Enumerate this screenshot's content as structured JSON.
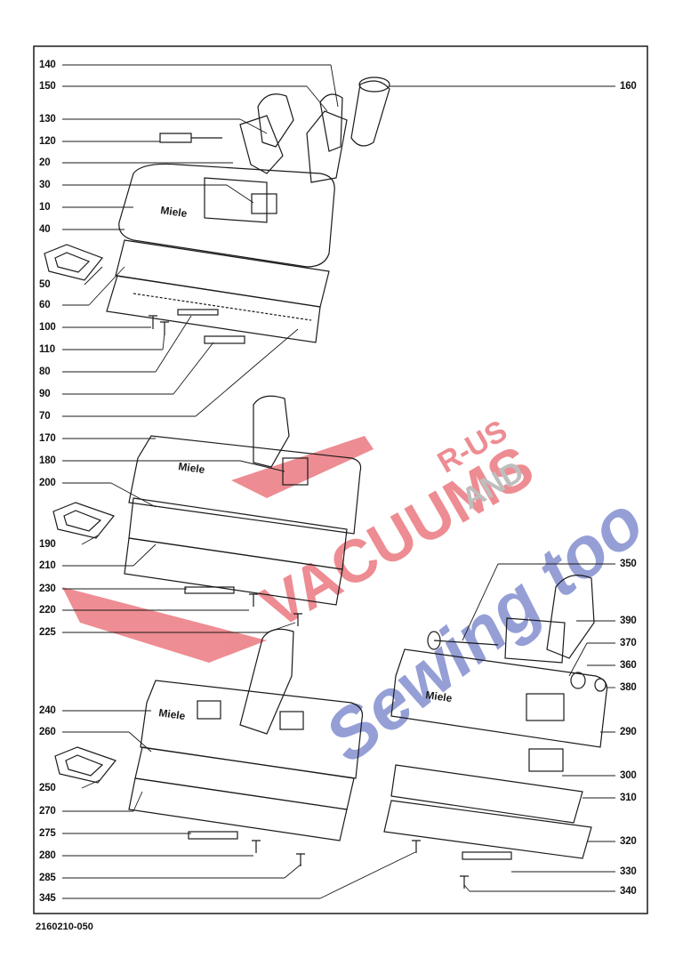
{
  "doc_number": "2160210-050",
  "brand_text": "Miele",
  "watermark": {
    "line1": "VACUUMS",
    "line2": "R-US",
    "line3": "AND",
    "line4": "Sewing too"
  },
  "labels_left": [
    "140",
    "150",
    "130",
    "120",
    "20",
    "30",
    "10",
    "40",
    "50",
    "60",
    "100",
    "110",
    "80",
    "90",
    "70",
    "170",
    "180",
    "200",
    "190",
    "210",
    "230",
    "220",
    "225",
    "240",
    "260",
    "250",
    "270",
    "275",
    "280",
    "285",
    "345"
  ],
  "labels_right": [
    "160",
    "350",
    "390",
    "370",
    "360",
    "380",
    "290",
    "300",
    "310",
    "320",
    "330",
    "340"
  ],
  "colors": {
    "line": "#1a1a1a",
    "watermark_red": "#e0303a",
    "watermark_blue": "#3f51b5"
  }
}
